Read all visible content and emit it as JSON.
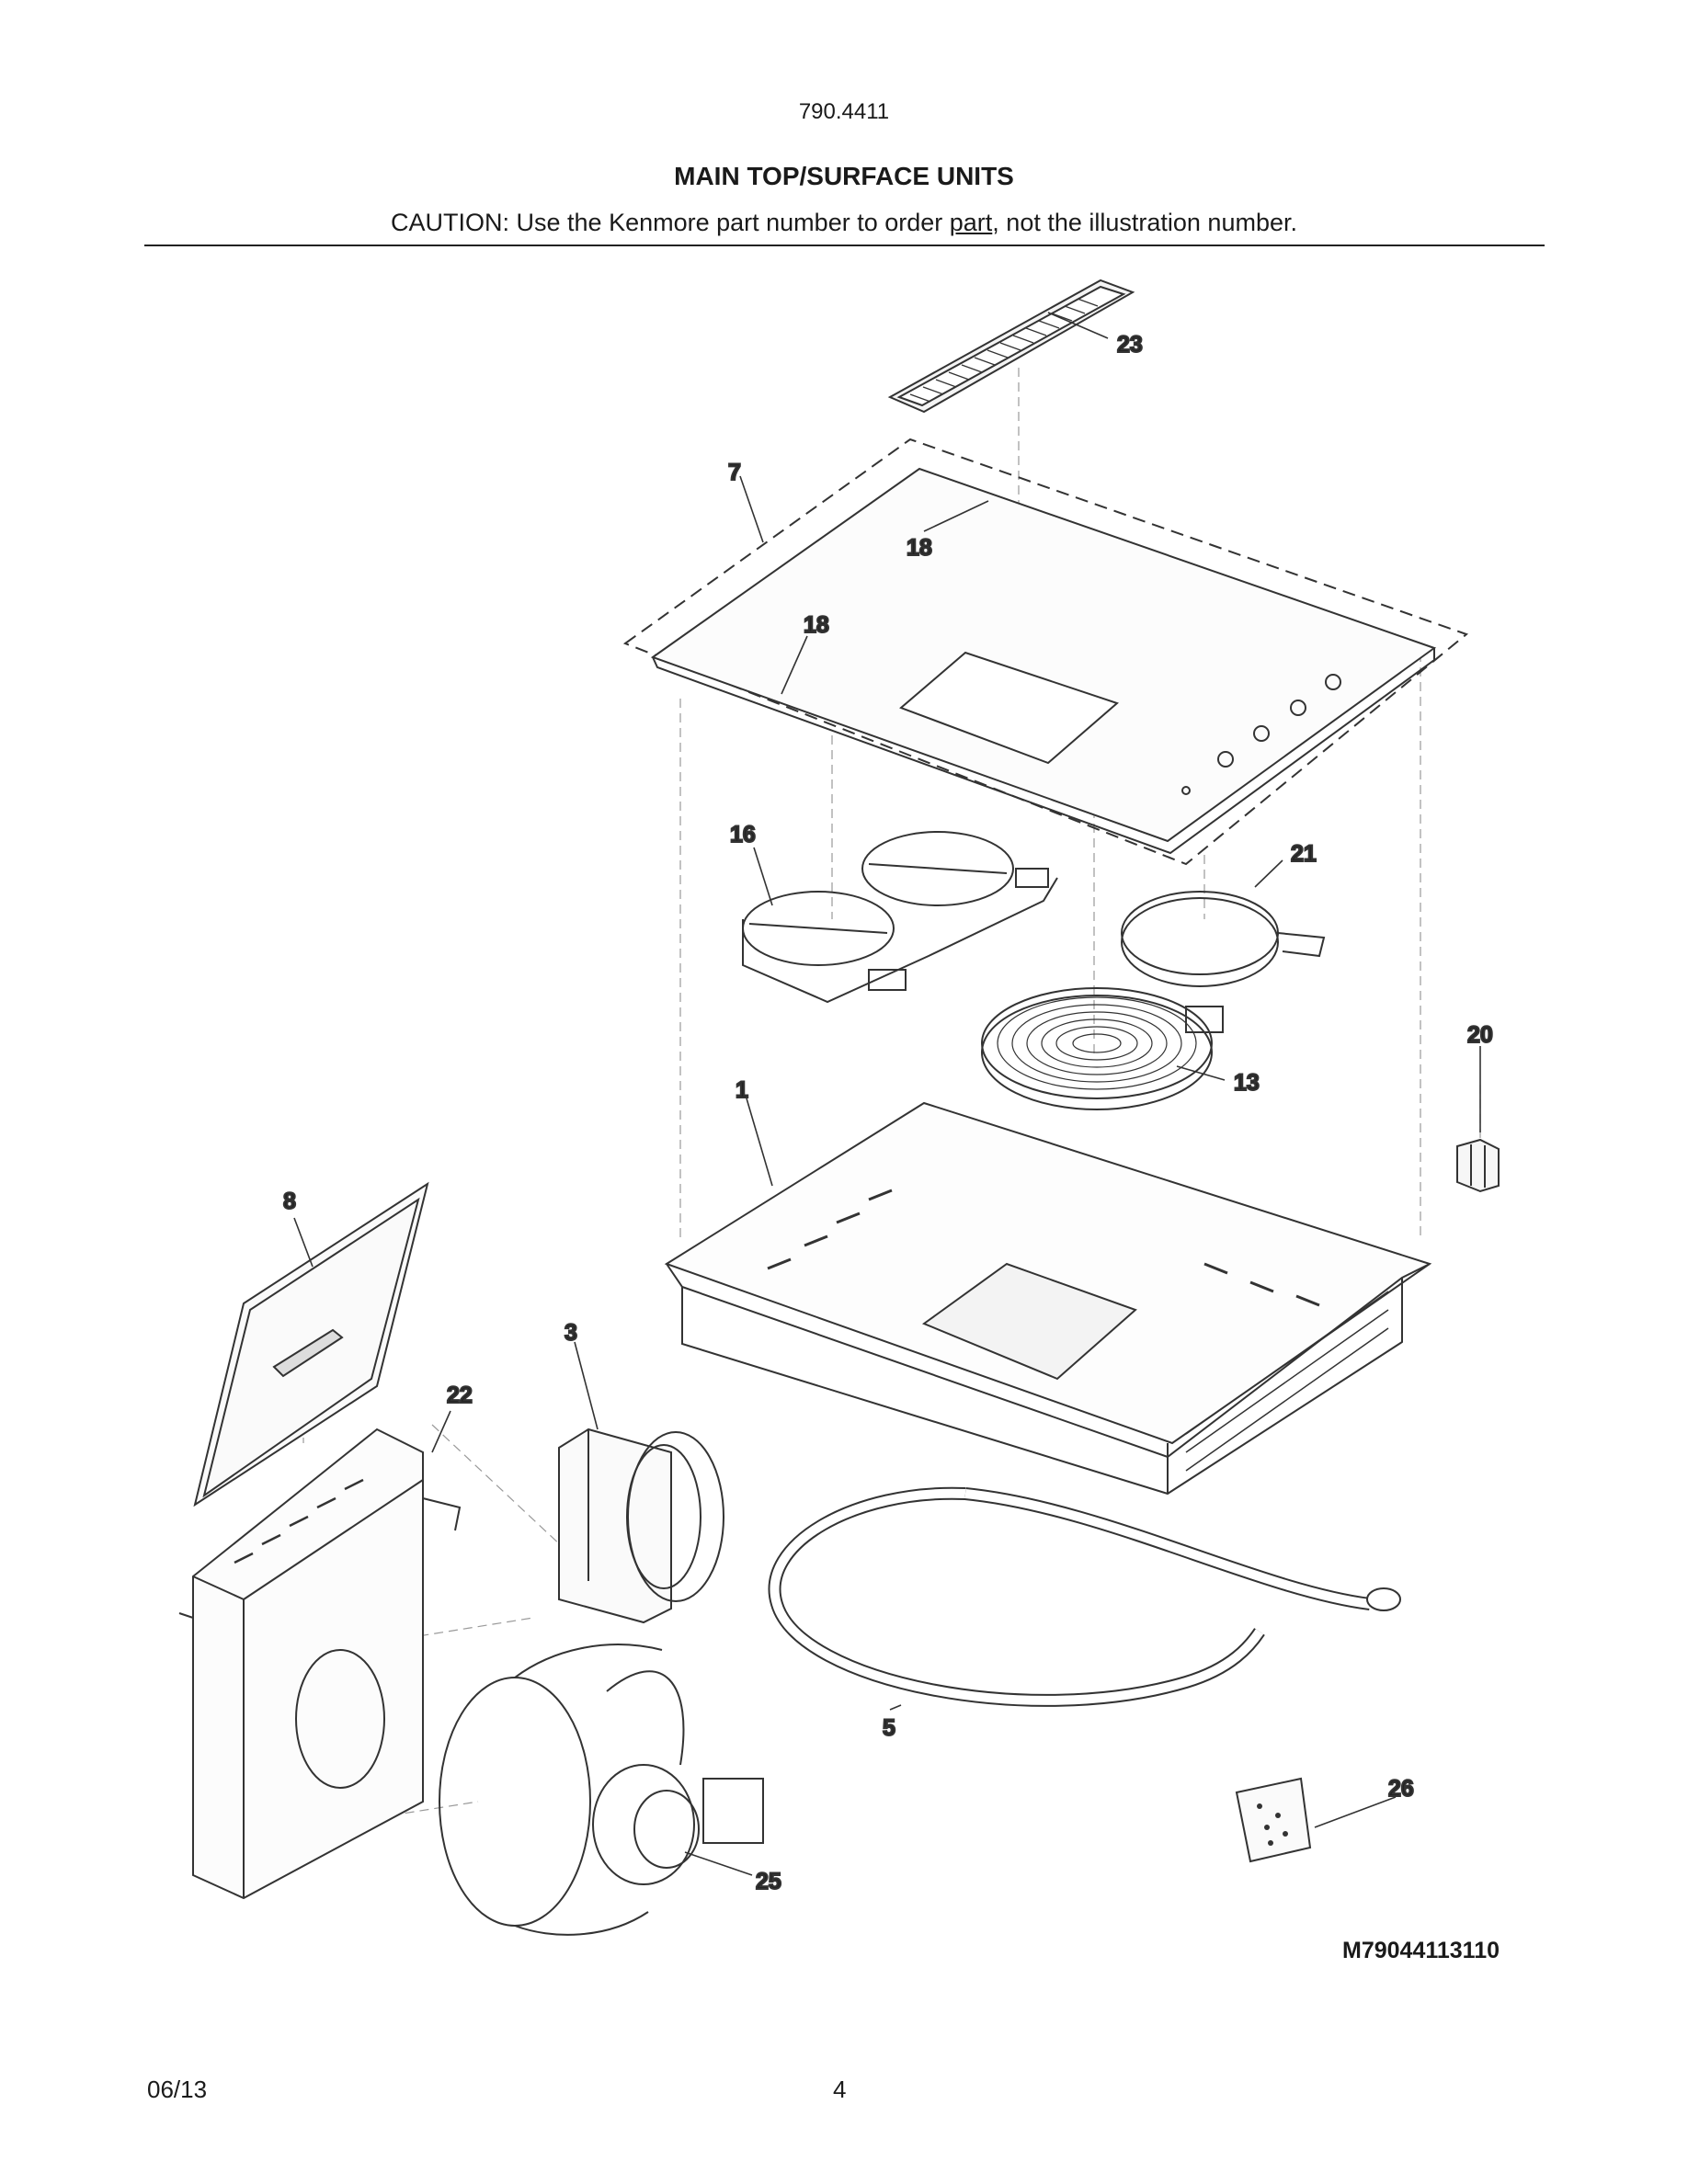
{
  "header": {
    "model_number": "790.4411",
    "title": "MAIN TOP/SURFACE UNITS",
    "caution_prefix": "CAUTION: Use the Kenmore part number to order ",
    "caution_underlined": "part",
    "caution_suffix": ", not the illustration number."
  },
  "callouts": {
    "c1": "1",
    "c3": "3",
    "c5": "5",
    "c7": "7",
    "c8": "8",
    "c13": "13",
    "c16": "16",
    "c18a": "18",
    "c18b": "18",
    "c20": "20",
    "c21": "21",
    "c22": "22",
    "c23": "23",
    "c25": "25",
    "c26": "26"
  },
  "figure_code": "M79044113110",
  "footer": {
    "date": "06/13",
    "page": "4"
  }
}
